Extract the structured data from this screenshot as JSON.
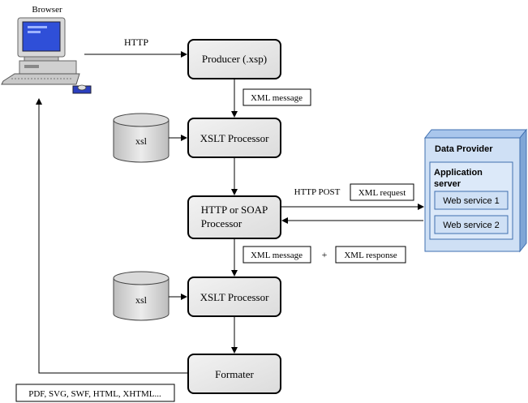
{
  "browser": {
    "label": "Browser",
    "icon": "computer-icon"
  },
  "http_label": "HTTP",
  "nodes": {
    "producer": "Producer (.xsp)",
    "xslt1": "XSLT Processor",
    "http_soap_line1": "HTTP or SOAP",
    "http_soap_line2": "Processor",
    "xslt2": "XSLT Processor",
    "formater": "Formater"
  },
  "xsl_db_1": "xsl",
  "xsl_db_2": "xsl",
  "messages": {
    "xml_message_1": "XML message",
    "http_post": "HTTP POST",
    "xml_request": "XML request",
    "xml_message_2": "XML message",
    "plus": "+",
    "xml_response": "XML response",
    "output_formats": "PDF, SVG, SWF, HTML, XHTML..."
  },
  "data_provider": {
    "title": "Data Provider",
    "app_server_line1": "Application",
    "app_server_line2": "server",
    "ws1": "Web service 1",
    "ws2": "Web service 2"
  },
  "colors": {
    "node_fill": "#e8e8e8",
    "provider_fill": "#cfe0f5",
    "provider_shadow": "#7fa6d6"
  }
}
